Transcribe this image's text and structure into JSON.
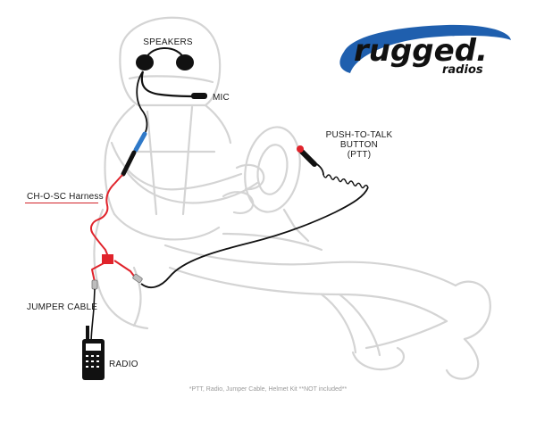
{
  "brand": {
    "logo_main": "rugged.",
    "logo_sub": "radios",
    "swoosh_color": "#1f5fae",
    "text_color": "#111111"
  },
  "labels": {
    "speakers": "SPEAKERS",
    "mic": "MIC",
    "ptt_line1": "PUSH-TO-TALK",
    "ptt_line2": "BUTTON",
    "ptt_line3": "(PTT)",
    "harness": "CH-O-SC Harness",
    "jumper": "JUMPER CABLE",
    "radio": "RADIO"
  },
  "footnote": "*PTT, Radio, Jumper Cable, Helmet Kit **NOT included**",
  "colors": {
    "harness_cable": "#e0232b",
    "black_cable": "#111111",
    "connector_blue": "#2f79c8",
    "outline": "#d9d9d9"
  }
}
